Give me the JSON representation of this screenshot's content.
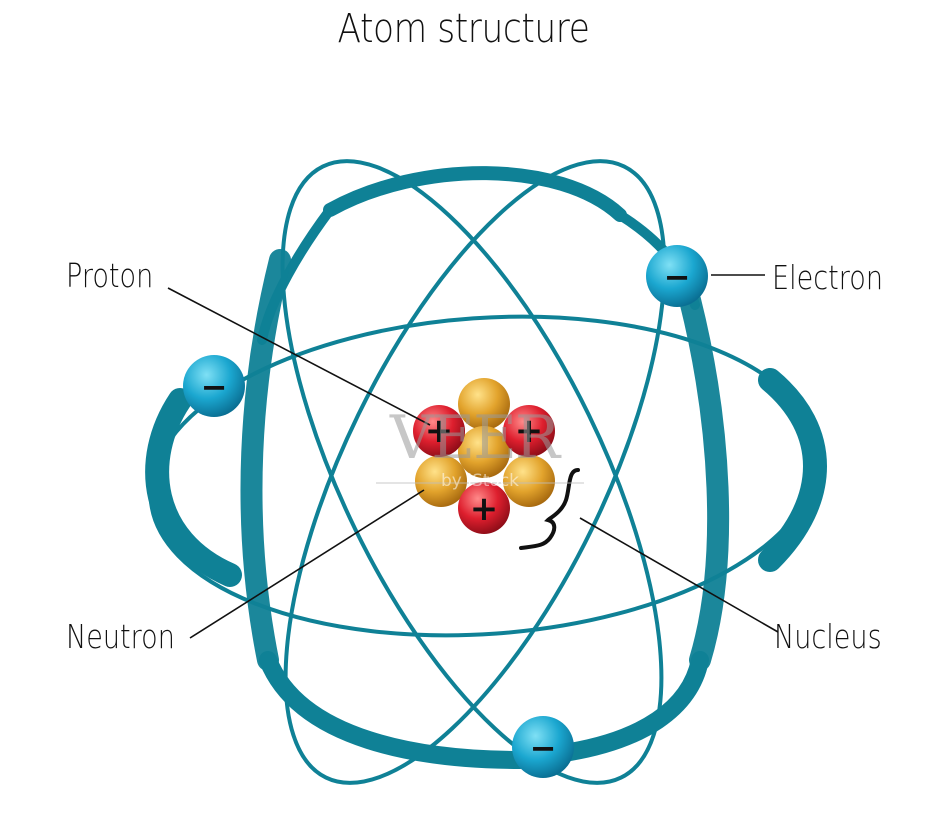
{
  "title": "Atom structure",
  "labels": {
    "proton": "Proton",
    "electron": "Electron",
    "neutron": "Neutron",
    "nucleus": "Nucleus"
  },
  "watermark": {
    "brand": "VEER",
    "sub": "by iStock"
  },
  "particles": {
    "proton_symbol": "+",
    "electron_symbol": "−"
  },
  "colors": {
    "orbit": "#0f8196",
    "electron": "#1ba7d0",
    "proton": "#de1f2e",
    "neutron": "#e2a32c",
    "text": "#111111"
  }
}
